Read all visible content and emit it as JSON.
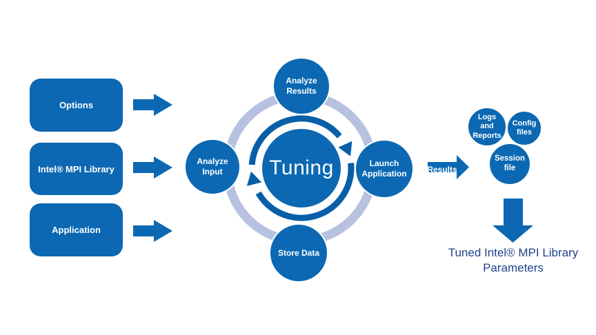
{
  "colors": {
    "primary_blue": "#0c68b2",
    "rotation_blue": "#085fa8",
    "cycle_ring_lavender": "#b7c1e0",
    "label_white": "#ffffff",
    "caption_navy": "#1f418b",
    "background": "#ffffff"
  },
  "inputs": [
    {
      "label": "Options"
    },
    {
      "label": "Intel® MPI Library"
    },
    {
      "label": "Application"
    }
  ],
  "cycle": {
    "center_label": "Tuning",
    "nodes": [
      {
        "id": "analyze-results",
        "lines": [
          "Analyze",
          "Results"
        ]
      },
      {
        "id": "launch-application",
        "lines": [
          "Launch",
          "Application"
        ]
      },
      {
        "id": "store-data",
        "lines": [
          "Store Data"
        ]
      },
      {
        "id": "analyze-input",
        "lines": [
          "Analyze",
          "Input"
        ]
      }
    ]
  },
  "results_arrow": {
    "label": "Results"
  },
  "outputs": [
    {
      "id": "logs-and-reports",
      "lines": [
        "Logs",
        "and",
        "Reports"
      ]
    },
    {
      "id": "config-files",
      "lines": [
        "Config",
        "files"
      ]
    },
    {
      "id": "session-file",
      "lines": [
        "Session",
        "file"
      ]
    }
  ],
  "caption": {
    "lines": [
      "Tuned Intel® MPI Library",
      "Parameters"
    ]
  }
}
